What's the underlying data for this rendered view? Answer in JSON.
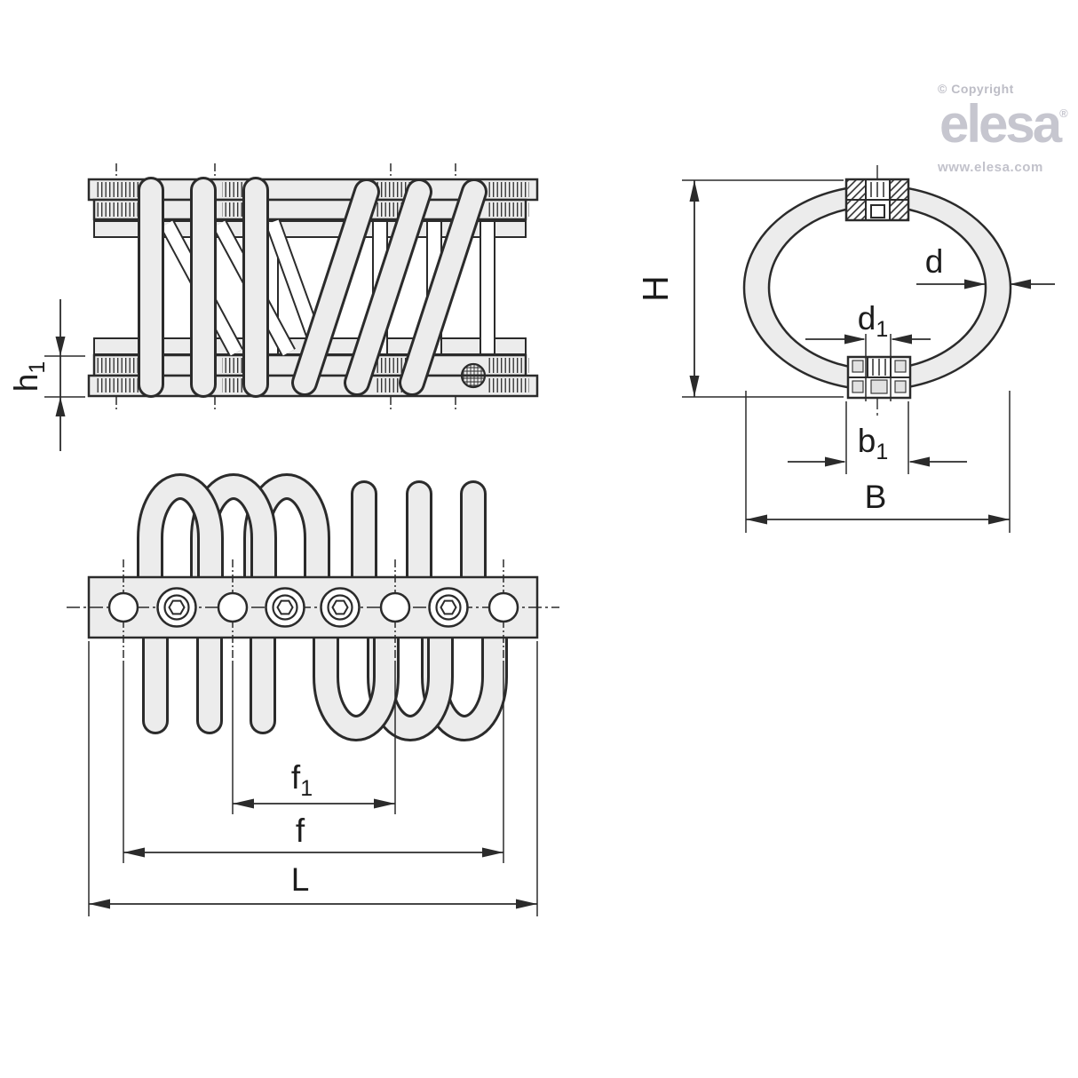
{
  "page": {
    "background": "#ffffff"
  },
  "branding": {
    "copyright_line": "© Copyright",
    "logo_text": "elesa",
    "registered_mark": "®",
    "website": "www.elesa.com",
    "logo_color": "#c6c6cf"
  },
  "drawing": {
    "line_color": "#2b2b2b",
    "fill_color": "#ececec",
    "labels": {
      "h1": {
        "base": "h",
        "sub": "1"
      },
      "H": {
        "base": "H",
        "sub": ""
      },
      "d": {
        "base": "d",
        "sub": ""
      },
      "d1": {
        "base": "d",
        "sub": "1"
      },
      "b1": {
        "base": "b",
        "sub": "1"
      },
      "B": {
        "base": "B",
        "sub": ""
      },
      "f1": {
        "base": "f",
        "sub": "1"
      },
      "f": {
        "base": "f",
        "sub": ""
      },
      "L": {
        "base": "L",
        "sub": ""
      }
    }
  }
}
